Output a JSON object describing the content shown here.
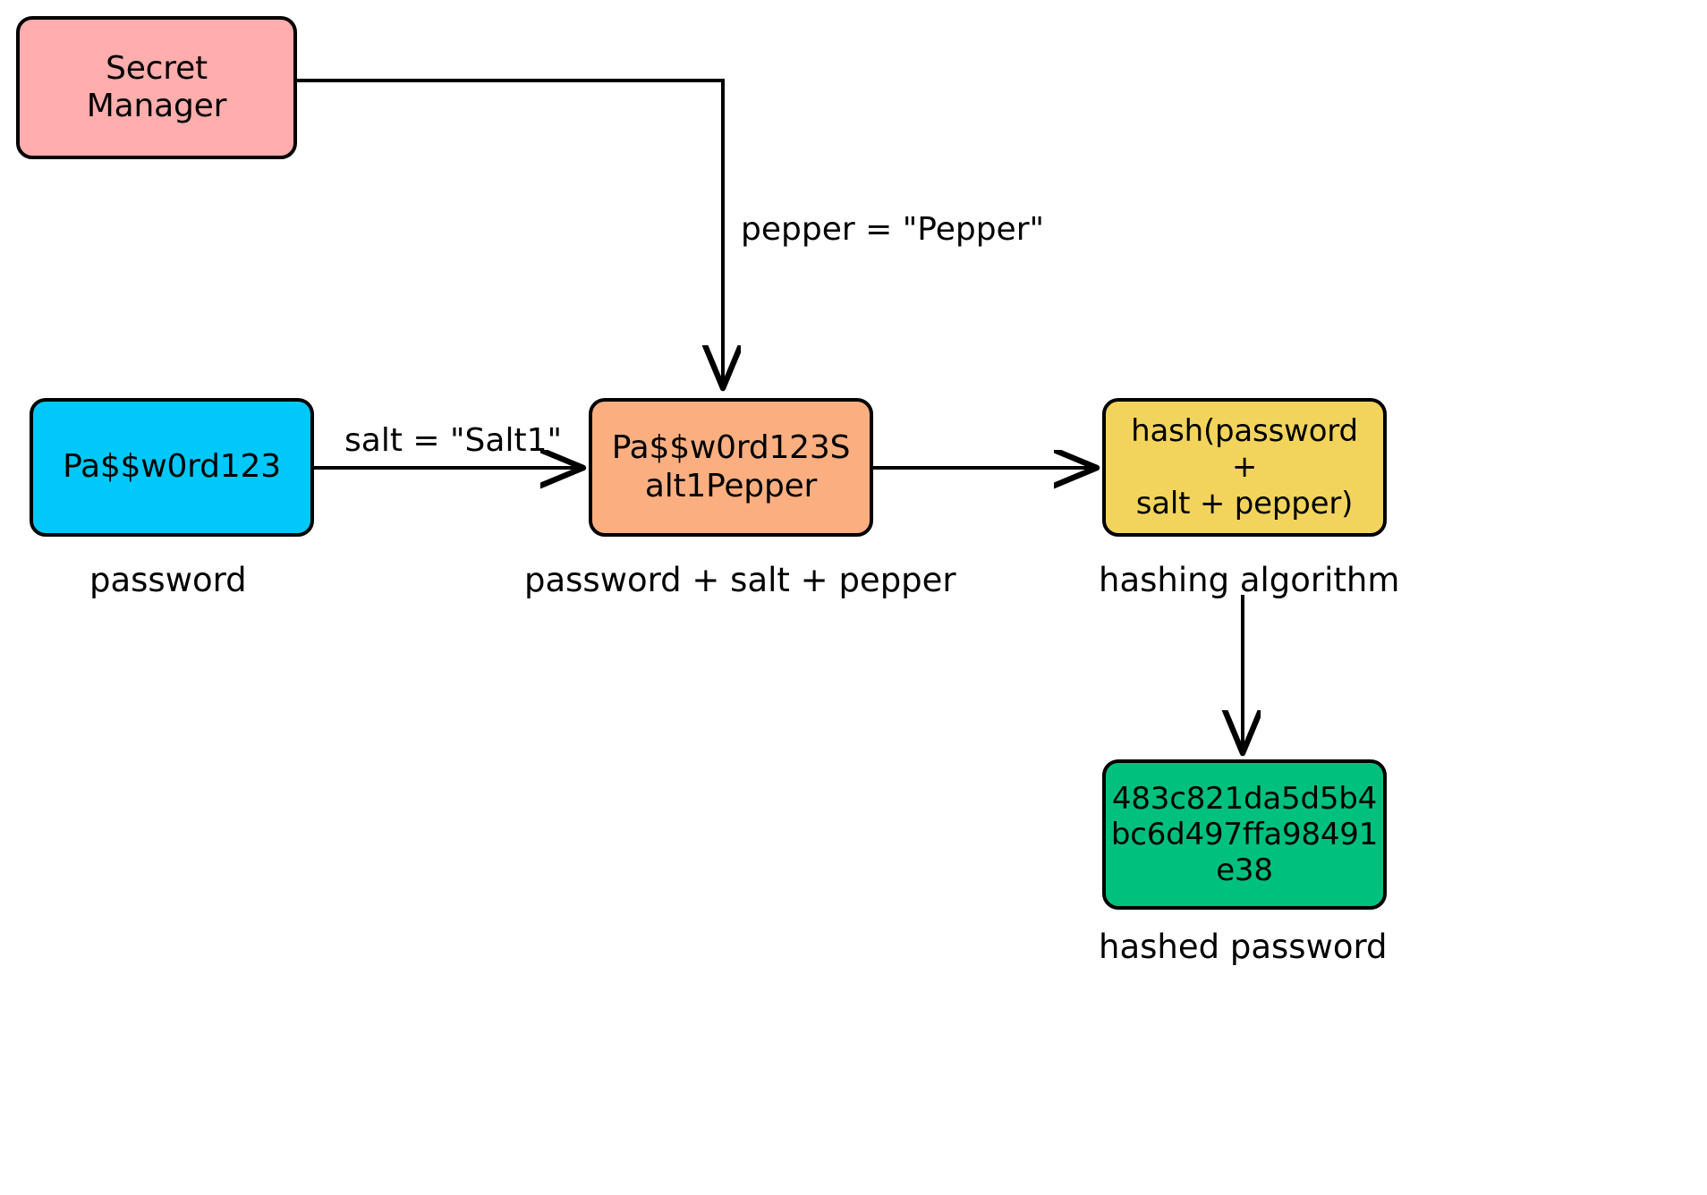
{
  "diagram": {
    "title": "Password hashing with salt and pepper",
    "background_color": "#ffffff",
    "stroke_color": "#000000",
    "nodes": [
      {
        "id": "secret-manager",
        "label": "Secret\nManager",
        "color": "#FFADAD"
      },
      {
        "id": "password",
        "label": "Pa$$w0rd123",
        "color": "#00C8F8",
        "caption": "password"
      },
      {
        "id": "combined",
        "label": "Pa$$w0rd123S\nalt1Pepper",
        "color": "#FBAF80",
        "caption": "password + salt + pepper"
      },
      {
        "id": "hash-algo",
        "label": "hash(password +\nsalt + pepper)",
        "color": "#F2D45C",
        "caption": "hashing algorithm"
      },
      {
        "id": "hashed",
        "label": "483c821da5d5b4\nbc6d497ffa98491\ne38",
        "color": "#00C07D",
        "caption": "hashed password"
      }
    ],
    "edges": [
      {
        "id": "secret-manager-to-combined",
        "from": "secret-manager",
        "to": "combined",
        "label": "pepper = \"Pepper\""
      },
      {
        "id": "password-to-combined",
        "from": "password",
        "to": "combined",
        "label": "salt = \"Salt1\""
      },
      {
        "id": "combined-to-hash-algo",
        "from": "combined",
        "to": "hash-algo",
        "label": ""
      },
      {
        "id": "hash-algo-to-hashed",
        "from": "hash-algo",
        "to": "hashed",
        "label": ""
      }
    ]
  }
}
